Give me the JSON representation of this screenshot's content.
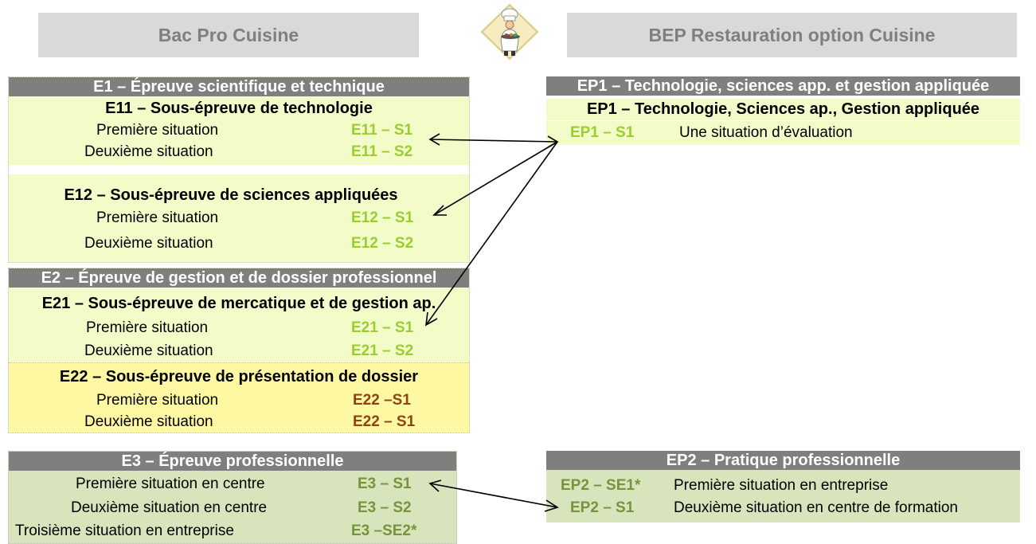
{
  "headers": {
    "left": "Bac Pro Cuisine",
    "right": "BEP Restauration option Cuisine",
    "logo": "chef-icon"
  },
  "bac_pro": {
    "e1": {
      "title": "E1 – Épreuve scientifique et technique",
      "e11": {
        "title": "E11 – Sous-épreuve de technologie",
        "rows": [
          {
            "label": "Première situation",
            "code": "E11 – S1"
          },
          {
            "label": "Deuxième situation",
            "code": "E11 – S2"
          }
        ]
      },
      "e12": {
        "title": "E12 – Sous-épreuve de sciences appliquées",
        "rows": [
          {
            "label": "Première situation",
            "code": "E12 – S1"
          },
          {
            "label": "Deuxième situation",
            "code": "E12 – S2"
          }
        ]
      }
    },
    "e2": {
      "title": "E2 – Épreuve de gestion et de dossier professionnel",
      "e21": {
        "title": "E21 – Sous-épreuve de mercatique et de gestion ap.",
        "rows": [
          {
            "label": "Première situation",
            "code": "E21 – S1"
          },
          {
            "label": "Deuxième situation",
            "code": "E21 – S2"
          }
        ]
      },
      "e22": {
        "title": "E22 – Sous-épreuve de présentation de dossier",
        "rows": [
          {
            "label": "Première situation",
            "code": "E22 –S1"
          },
          {
            "label": "Deuxième situation",
            "code": "E22 – S1"
          }
        ]
      }
    },
    "e3": {
      "title": "E3 – Épreuve professionnelle",
      "rows": [
        {
          "label": "Première situation en centre",
          "code": "E3 – S1"
        },
        {
          "label": "Deuxième situation en centre",
          "code": "E3 – S2"
        },
        {
          "label": "Troisième situation en entreprise",
          "code": "E3 –SE2*"
        }
      ]
    }
  },
  "bep": {
    "ep1": {
      "title": "EP1 – Technologie, sciences app. et gestion appliquée",
      "subtitle": "EP1 – Technologie, Sciences ap., Gestion appliquée",
      "rows": [
        {
          "code": "EP1 – S1",
          "label": "Une situation d’évaluation"
        }
      ]
    },
    "ep2": {
      "title": "EP2 – Pratique professionnelle",
      "rows": [
        {
          "code": "EP2 – SE1*",
          "label": "Première situation en entreprise"
        },
        {
          "code": "EP2 – S1",
          "label": "Deuxième situation en centre de formation"
        }
      ]
    }
  },
  "colors": {
    "header_bg": "#d9d9d9",
    "bar_bg": "#7f7f7f",
    "lime_bg": "#f3fcc9",
    "yellow_bg": "#fff8a3",
    "olive_bg": "#d8e4bc",
    "lime_text": "#9acd32",
    "brown_text": "#8b4513",
    "green_text": "#77933c"
  }
}
